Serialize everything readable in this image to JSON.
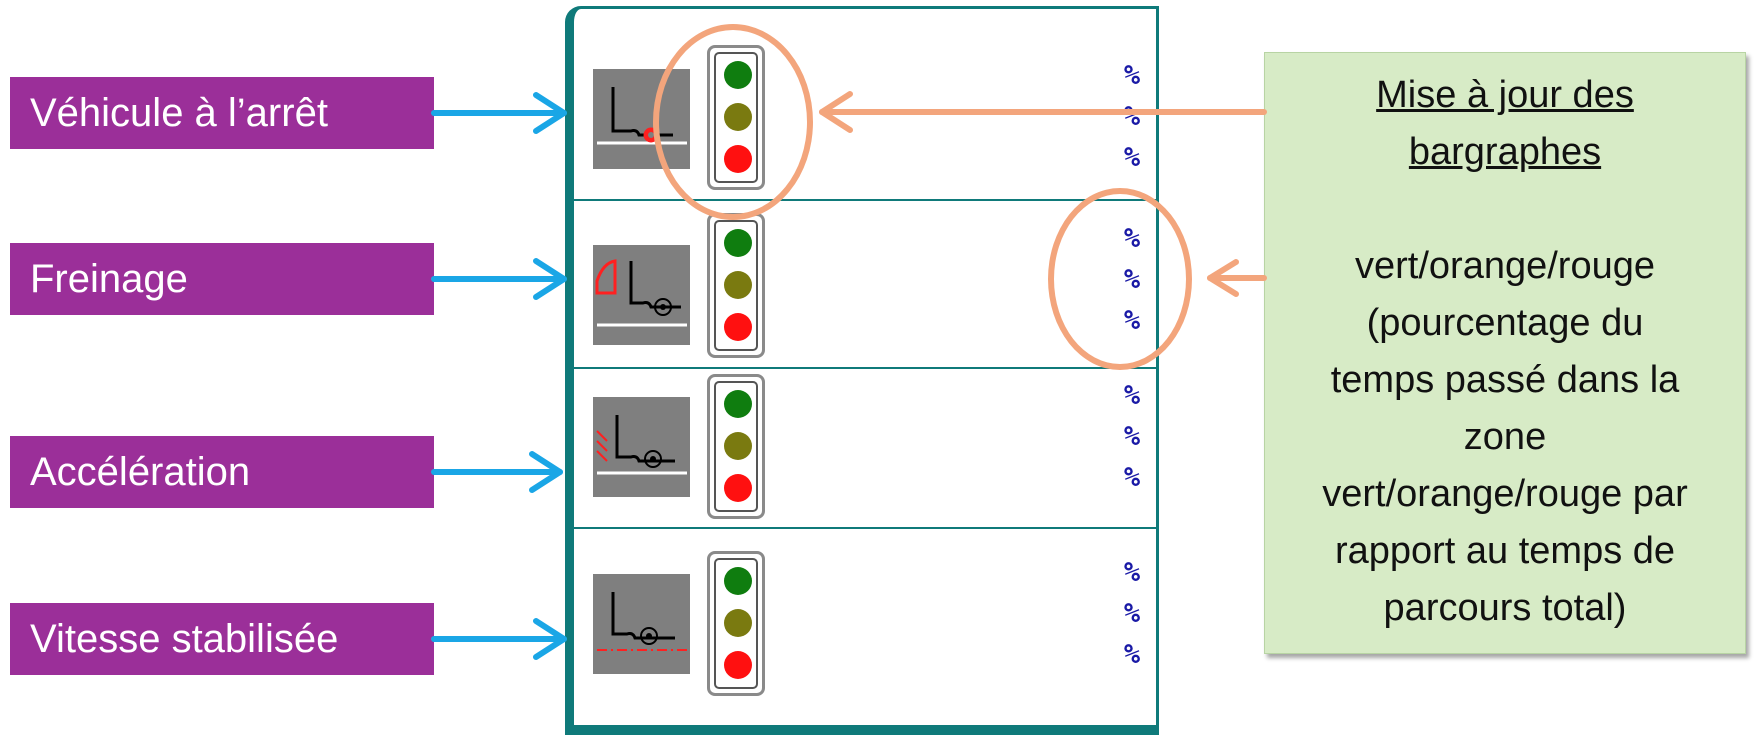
{
  "labels": [
    "Véhicule à l’arrêt",
    "Freinage",
    "Accélération",
    "Vitesse stabilisée"
  ],
  "rows": [
    {
      "state": "vehicule-arret",
      "percent_signs": [
        "%",
        "%",
        "%"
      ]
    },
    {
      "state": "freinage",
      "percent_signs": [
        "%",
        "%",
        "%"
      ]
    },
    {
      "state": "acceleration",
      "percent_signs": [
        "%",
        "%",
        "%"
      ]
    },
    {
      "state": "vitesse-stabilisee",
      "percent_signs": [
        "%",
        "%",
        "%"
      ]
    }
  ],
  "note": {
    "title_line1": "Mise à jour des",
    "title_line2": "bargraphes",
    "body_lines": [
      "vert/orange/rouge",
      "(pourcentage du",
      "temps passé dans la",
      "zone",
      "vert/orange/rouge par",
      "rapport au temps de",
      "parcours total)"
    ]
  },
  "colors": {
    "label_bg": "#9b2f99",
    "arrow_blue": "#1aa6e6",
    "arrow_salmon": "#f3a57c",
    "panel_border": "#0f7a7a",
    "light_green": "#0f7d0f",
    "light_olive": "#7a7a10",
    "light_red": "#ff1010",
    "percent_blue": "#1a1aa6",
    "note_bg": "#d7ebc6"
  }
}
